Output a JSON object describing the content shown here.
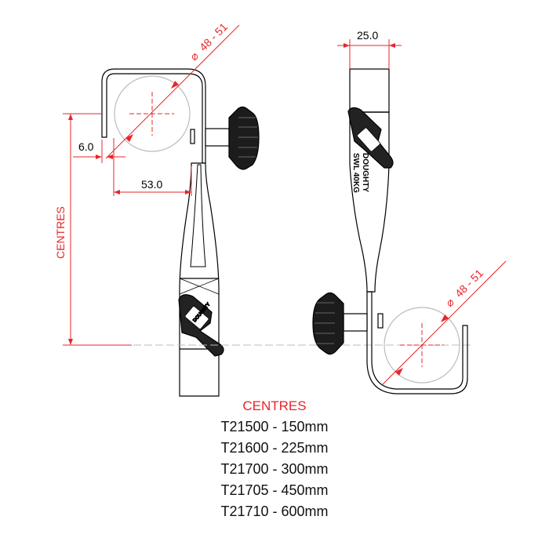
{
  "dimensions": {
    "tube_diameter": "48 - 51",
    "diameter_symbol": "⌀",
    "width": "25.0",
    "offset": "6.0",
    "reach": "53.0",
    "centres_label": "CENTRES"
  },
  "clamp_markings": {
    "brand": "DOUGHTY",
    "rating": "SWL 40KG"
  },
  "legend": {
    "title": "CENTRES",
    "rows": [
      "T21500 - 150mm",
      "T21600 - 225mm",
      "T21700 - 300mm",
      "T21705 - 450mm",
      "T21710 - 600mm"
    ]
  },
  "colors": {
    "dimension": "#e8252a",
    "outline": "#000000",
    "hidden_line": "#bbbbbb"
  }
}
